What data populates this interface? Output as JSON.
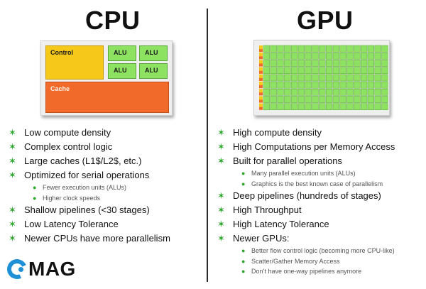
{
  "cpu": {
    "title": "CPU",
    "diagram": {
      "control_label": "Control",
      "alu_labels": [
        "ALU",
        "ALU",
        "ALU",
        "ALU"
      ],
      "cache_label": "Cache"
    },
    "items": [
      {
        "text": "Low compute density",
        "sub": []
      },
      {
        "text": "Complex control logic",
        "sub": []
      },
      {
        "text": "Large caches (L1$/L2$, etc.)",
        "sub": []
      },
      {
        "text": "Optimized for serial operations",
        "sub": [
          "Fewer execution units (ALUs)",
          "Higher clock speeds"
        ]
      },
      {
        "text": "Shallow pipelines (<30 stages)",
        "sub": []
      },
      {
        "text": "Low Latency Tolerance",
        "sub": []
      },
      {
        "text": "Newer CPUs have more parallelism",
        "sub": []
      }
    ]
  },
  "gpu": {
    "title": "GPU",
    "items": [
      {
        "text": "High compute density",
        "sub": []
      },
      {
        "text": "High Computations per Memory Access",
        "sub": []
      },
      {
        "text": "Built for parallel operations",
        "sub": [
          "Many parallel execution units (ALUs)",
          "Graphics is the best known case of parallelism"
        ]
      },
      {
        "text": "Deep pipelines (hundreds of stages)",
        "sub": []
      },
      {
        "text": "High Throughput",
        "sub": []
      },
      {
        "text": "High Latency Tolerance",
        "sub": []
      },
      {
        "text": "Newer GPUs:",
        "sub": [
          "Better flow control logic (becoming more CPU-like)",
          "Scatter/Gather Memory Access",
          "Don’t have one-way pipelines anymore"
        ]
      }
    ]
  },
  "logo": {
    "text": "MAG",
    "icon": "c-ring-icon",
    "color": "#1f8fd6"
  },
  "colors": {
    "control": "#f5c81a",
    "alu": "#8ee262",
    "cache": "#f26a2a",
    "gpu_cell": "#8ee262",
    "bullet": "#2ca82c"
  }
}
